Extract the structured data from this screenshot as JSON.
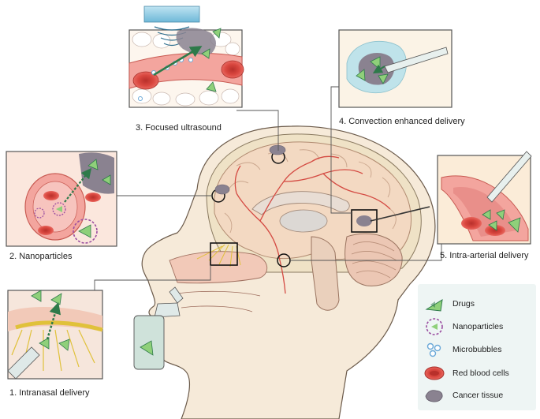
{
  "panels": [
    {
      "id": "focused-ultrasound",
      "caption": "3. Focused ultrasound"
    },
    {
      "id": "convection-enhanced",
      "caption": "4. Convection enhanced delivery"
    },
    {
      "id": "nanoparticles",
      "caption": "2. Nanoparticles"
    },
    {
      "id": "intra-arterial",
      "caption": "5. Intra-arterial delivery"
    },
    {
      "id": "intranasal",
      "caption": "1. Intranasal delivery"
    }
  ],
  "legend": {
    "items": [
      {
        "label": "Drugs",
        "icon": "drug-triangle-icon"
      },
      {
        "label": "Nanoparticles",
        "icon": "nanoparticle-icon"
      },
      {
        "label": "Microbubbles",
        "icon": "microbubble-icon"
      },
      {
        "label": "Red blood cells",
        "icon": "red-blood-cell-icon"
      },
      {
        "label": "Cancer tissue",
        "icon": "cancer-tissue-icon"
      }
    ]
  },
  "colors": {
    "drug_green": "#8fd07a",
    "drug_dark": "#2e7a4a",
    "blood_red": "#d6473f",
    "vessel_pink": "#e98f8a",
    "brain_tissue": "#f2dfcc",
    "panel_border": "#555555",
    "legend_bg": "#eef5f4",
    "cancer_gray": "#8a8290",
    "nanoparticle_purple": "#9a4da0",
    "microbubble_blue": "#6aa8d8"
  }
}
